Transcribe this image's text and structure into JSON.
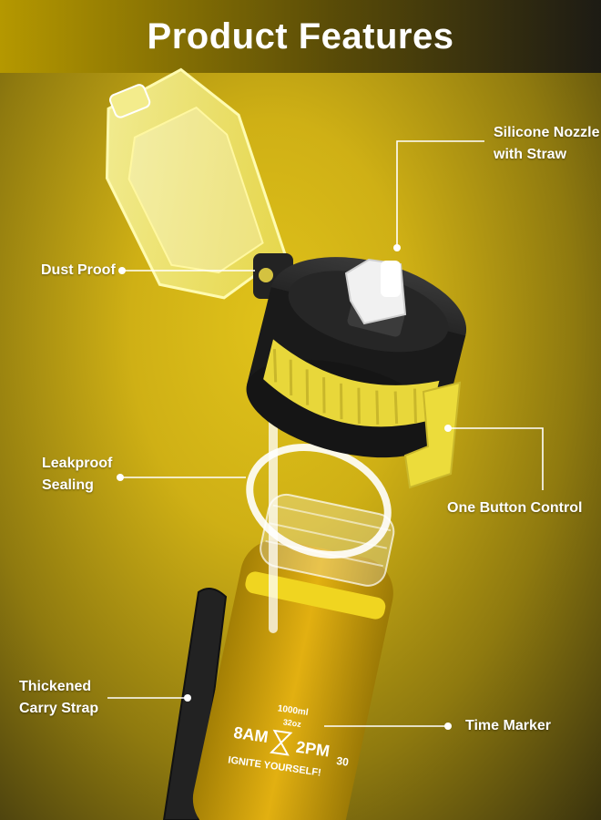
{
  "header": {
    "title": "Product Features"
  },
  "features": {
    "nozzle": {
      "line1": "Silicone Nozzle",
      "line2": "with Straw"
    },
    "dust": {
      "line1": "Dust Proof"
    },
    "leak": {
      "line1": "Leakproof",
      "line2": "Sealing"
    },
    "button": {
      "line1": "One Button Control"
    },
    "strap": {
      "line1": "Thickened",
      "line2": "Carry Strap"
    },
    "marker": {
      "line1": "Time Marker"
    }
  },
  "bottle_print": {
    "capacity_ml": "1000ml",
    "capacity_oz": "32oz",
    "time_1": "8AM",
    "time_2": "2PM",
    "time_3": "30",
    "slogan": "IGNITE YOURSELF!"
  },
  "colors": {
    "accent_yellow": "#e6cf1f",
    "lid_black": "#1c1c1c",
    "strap_black": "#222222"
  }
}
